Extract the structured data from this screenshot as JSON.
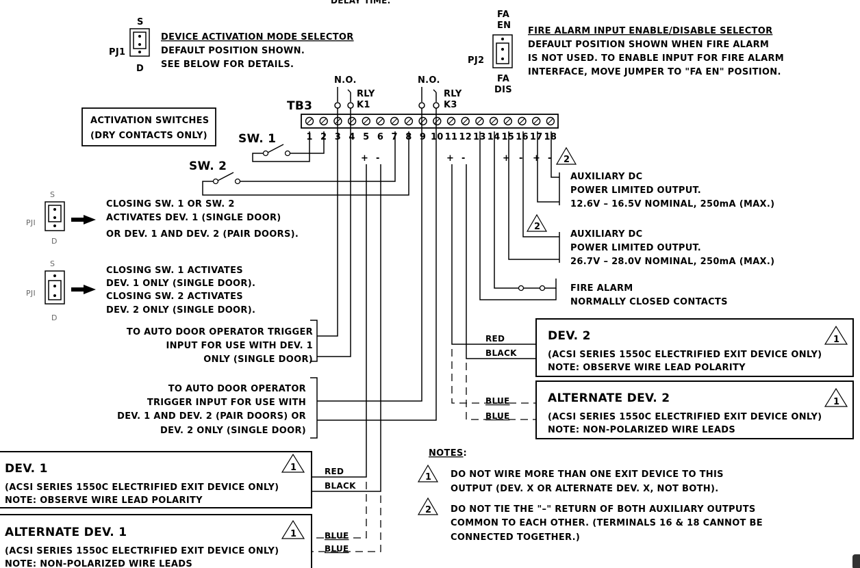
{
  "top_cut": "DELAY TIME.",
  "pj1": {
    "s": "S",
    "d": "D",
    "label": "PJ1",
    "title": "DEVICE ACTIVATION MODE SELECTOR",
    "line1": "DEFAULT POSITION SHOWN.",
    "line2": "SEE BELOW FOR DETAILS."
  },
  "pj2": {
    "fa": "FA",
    "en": "EN",
    "dis": "DIS",
    "label": "PJ2",
    "title": "FIRE ALARM INPUT ENABLE/DISABLE SELECTOR",
    "line1": "DEFAULT POSITION SHOWN WHEN FIRE ALARM",
    "line2": "IS NOT USED.  TO ENABLE INPUT FOR FIRE ALARM",
    "line3": "INTERFACE, MOVE JUMPER TO \"FA EN\" POSITION."
  },
  "relays": {
    "no": "N.O.",
    "rly": "RLY",
    "k1": "K1",
    "k3": "K3"
  },
  "tb3": {
    "label": "TB3",
    "terminals": [
      "1",
      "2",
      "3",
      "4",
      "5",
      "6",
      "7",
      "8",
      "9",
      "10",
      "11",
      "12",
      "13",
      "14",
      "15",
      "16",
      "17",
      "18"
    ],
    "pol_a": [
      "+",
      "-"
    ],
    "pol_b": [
      "+",
      "-"
    ],
    "pol_c": [
      "+",
      "-",
      "+",
      "-"
    ],
    "tri": "2"
  },
  "activation": {
    "line1": "ACTIVATION SWITCHES",
    "line2": "(DRY CONTACTS ONLY)"
  },
  "sw1": "SW. 1",
  "sw2": "SW. 2",
  "mode1": {
    "s": "S",
    "d": "D",
    "label": "PJI",
    "line1": "CLOSING SW. 1 OR SW. 2",
    "line2": "ACTIVATES DEV. 1 (SINGLE DOOR)",
    "line3": "OR DEV. 1 AND DEV. 2 (PAIR DOORS)."
  },
  "mode2": {
    "s": "S",
    "d": "D",
    "label": "PJI",
    "line1": "CLOSING SW. 1 ACTIVATES",
    "line2": "DEV. 1 ONLY (SINGLE DOOR).",
    "line3": "CLOSING SW. 2 ACTIVATES",
    "line4": "DEV. 2 ONLY (SINGLE DOOR)."
  },
  "aux1": {
    "line1": "AUXILIARY DC",
    "line2": "POWER LIMITED OUTPUT.",
    "line3": "12.6V – 16.5V NOMINAL, 250mA (MAX.)"
  },
  "aux2": {
    "tri": "2",
    "line1": "AUXILIARY DC",
    "line2": "POWER LIMITED OUTPUT.",
    "line3": "26.7V – 28.0V NOMINAL, 250mA (MAX.)"
  },
  "fire": {
    "line1": "FIRE ALARM",
    "line2": "NORMALLY CLOSED CONTACTS"
  },
  "auto1": {
    "line1": "TO AUTO DOOR OPERATOR TRIGGER",
    "line2": "INPUT FOR USE WITH DEV. 1",
    "line3": "ONLY (SINGLE DOOR)"
  },
  "auto2": {
    "line1": "TO AUTO DOOR OPERATOR",
    "line2": "TRIGGER INPUT FOR USE WITH",
    "line3": "DEV. 1 AND DEV. 2 (PAIR DOORS) OR",
    "line4": "DEV. 2 ONLY (SINGLE DOOR)"
  },
  "dev2": {
    "title": "DEV. 2",
    "tri": "1",
    "line1": "(ACSI SERIES 1550C ELECTRIFIED EXIT DEVICE ONLY)",
    "line2": "NOTE: OBSERVE WIRE LEAD POLARITY",
    "red": "RED",
    "black": "BLACK"
  },
  "alt2": {
    "title": "ALTERNATE DEV. 2",
    "tri": "1",
    "line1": "(ACSI SERIES 1550C ELECTRIFIED EXIT DEVICE ONLY)",
    "line2": "NOTE: NON-POLARIZED WIRE LEADS",
    "blue1": "BLUE",
    "blue2": "BLUE"
  },
  "dev1": {
    "title": "DEV. 1",
    "tri": "1",
    "line1": "(ACSI SERIES 1550C ELECTRIFIED EXIT DEVICE ONLY)",
    "line2": "NOTE: OBSERVE WIRE LEAD POLARITY",
    "red": "RED",
    "black": "BLACK"
  },
  "alt1": {
    "title": "ALTERNATE DEV. 1",
    "tri": "1",
    "line1": "(ACSI SERIES 1550C ELECTRIFIED EXIT DEVICE ONLY)",
    "line2": "NOTE: NON-POLARIZED WIRE LEADS",
    "blue1": "BLUE",
    "blue2": "BLUE"
  },
  "notes": {
    "title": "NOTES",
    "colon": ":",
    "n1_tri": "1",
    "n1_line1": "DO NOT WIRE MORE THAN ONE EXIT DEVICE TO THIS",
    "n1_line2": "OUTPUT (DEV. X OR ALTERNATE DEV. X, NOT BOTH).",
    "n2_tri": "2",
    "n2_line1": "DO NOT TIE THE \"–\" RETURN OF BOTH AUXILIARY OUTPUTS",
    "n2_line2": "COMMON TO EACH OTHER.  (TERMINALS 16 & 18 CANNOT BE",
    "n2_line3": "CONNECTED TOGETHER.)"
  }
}
